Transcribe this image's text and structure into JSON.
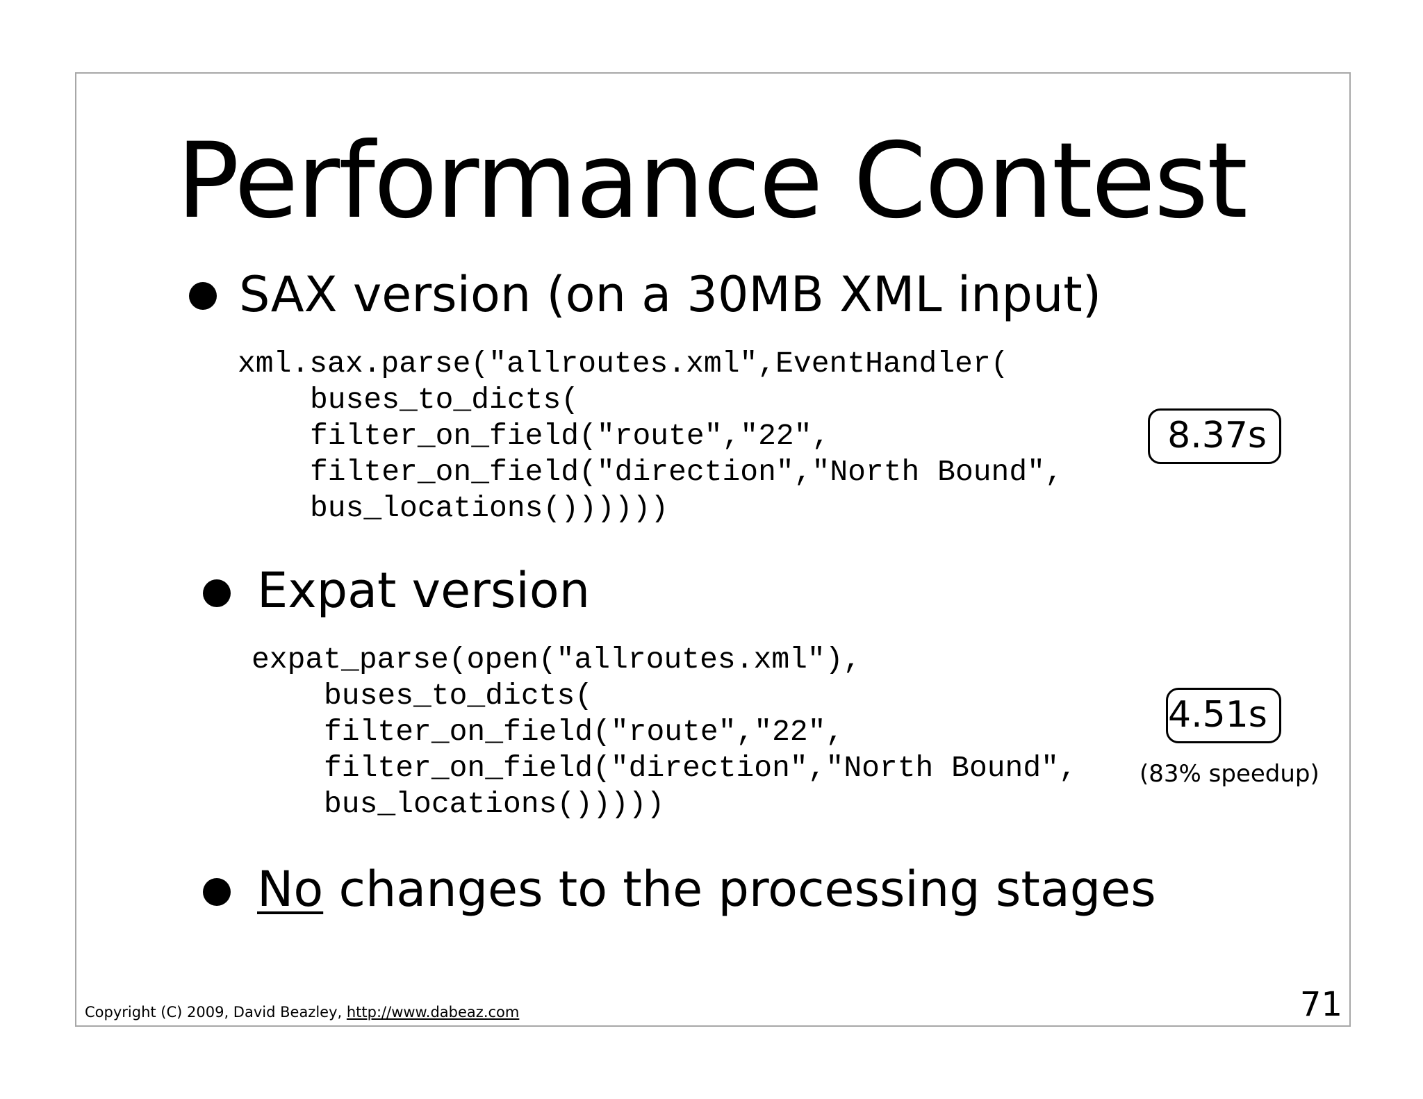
{
  "slide": {
    "title": "Performance Contest",
    "bullets": [
      {
        "text": "SAX version (on a 30MB XML input)"
      },
      {
        "text": "Expat version"
      },
      {
        "underlined": "No",
        "rest": " changes to the processing stages"
      }
    ],
    "code_blocks": [
      {
        "lines": [
          "xml.sax.parse(\"allroutes.xml\",EventHandler(",
          "buses_to_dicts(",
          "filter_on_field(\"route\",\"22\",",
          "filter_on_field(\"direction\",\"North Bound\",",
          "bus_locations())))))"
        ]
      },
      {
        "lines": [
          "expat_parse(open(\"allroutes.xml\"),",
          "buses_to_dicts(",
          "filter_on_field(\"route\",\"22\",",
          "filter_on_field(\"direction\",\"North Bound\",",
          "bus_locations()))))"
        ]
      }
    ],
    "timings": [
      {
        "value": "8.37s"
      },
      {
        "value": "4.51s",
        "note": "(83% speedup)"
      }
    ],
    "footer": {
      "copyright": "Copyright (C) 2009,  David Beazley, ",
      "link": "http://www.dabeaz.com"
    },
    "page_number": "71"
  }
}
